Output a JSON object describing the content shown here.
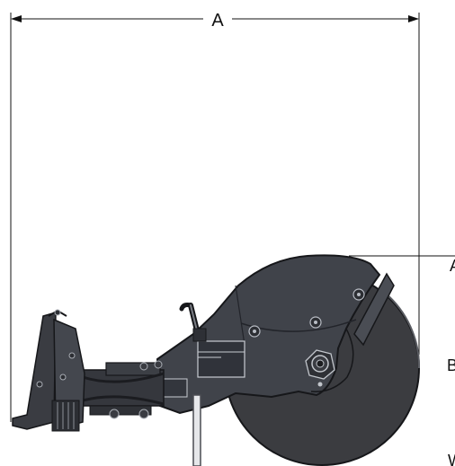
{
  "dimension": {
    "top_label": "A"
  },
  "right_labels": {
    "upper": "A",
    "middle": "B",
    "lower": "W"
  },
  "colors": {
    "body": "#3f4249",
    "body_dark": "#2c2e33",
    "outline": "#16171a",
    "disc": "#3a3b3f",
    "line": "#111111",
    "background": "#ffffff"
  }
}
